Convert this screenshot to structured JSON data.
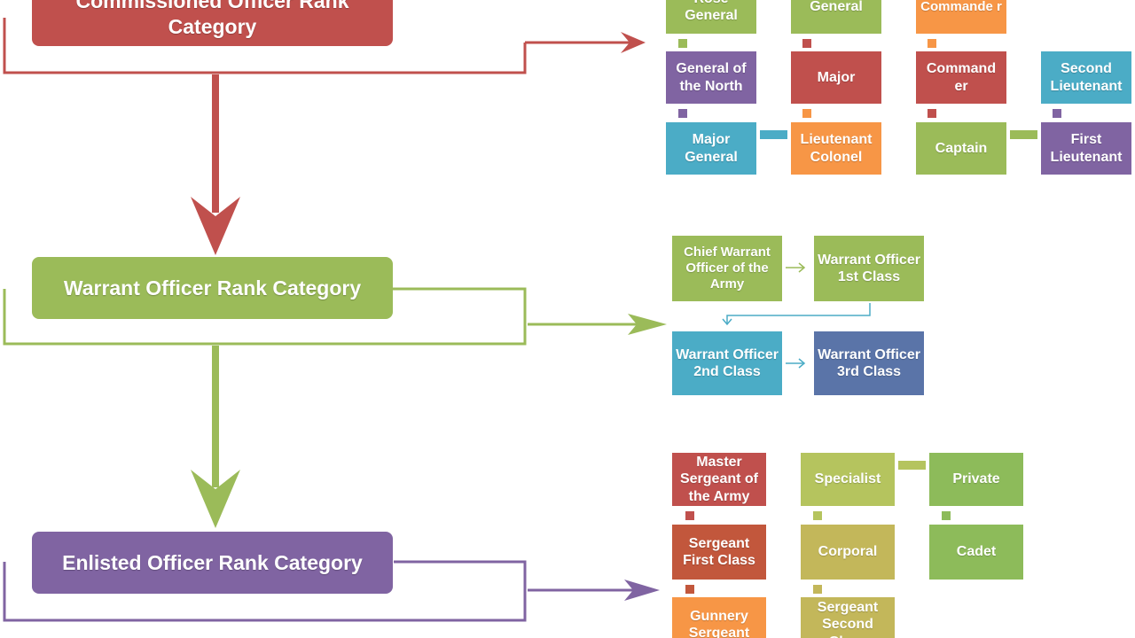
{
  "colors": {
    "commissioned": "#c0504d",
    "warrant": "#9bbb59",
    "enlisted": "#8064a2"
  },
  "categories": {
    "commissioned": "Commissioned Officer Rank Category",
    "warrant": "Warrant Officer Rank Category",
    "enlisted": "Enlisted Officer Rank Category"
  },
  "commissioned_ranks": {
    "rose_general": "Rose General",
    "general": "General",
    "commander_top": "Commande r",
    "general_north": "General of the North",
    "major": "Major",
    "commander": "Command er",
    "second_lieutenant": "Second Lieutenant",
    "major_general": "Major General",
    "lieutenant_colonel": "Lieutenant Colonel",
    "captain": "Captain",
    "first_lieutenant": "First Lieutenant"
  },
  "warrant_ranks": {
    "chief": "Chief Warrant Officer of the Army",
    "wo1": "Warrant Officer 1st Class",
    "wo2": "Warrant Officer 2nd Class",
    "wo3": "Warrant Officer 3rd Class"
  },
  "enlisted_ranks": {
    "master_sergeant": "Master Sergeant of the Army",
    "specialist": "Specialist",
    "private": "Private",
    "sergeant_first_class": "Sergeant First Class",
    "corporal": "Corporal",
    "cadet": "Cadet",
    "gunnery_sergeant": "Gunnery Sergeant",
    "sergeant_second_class": "Sergeant Second Class"
  }
}
